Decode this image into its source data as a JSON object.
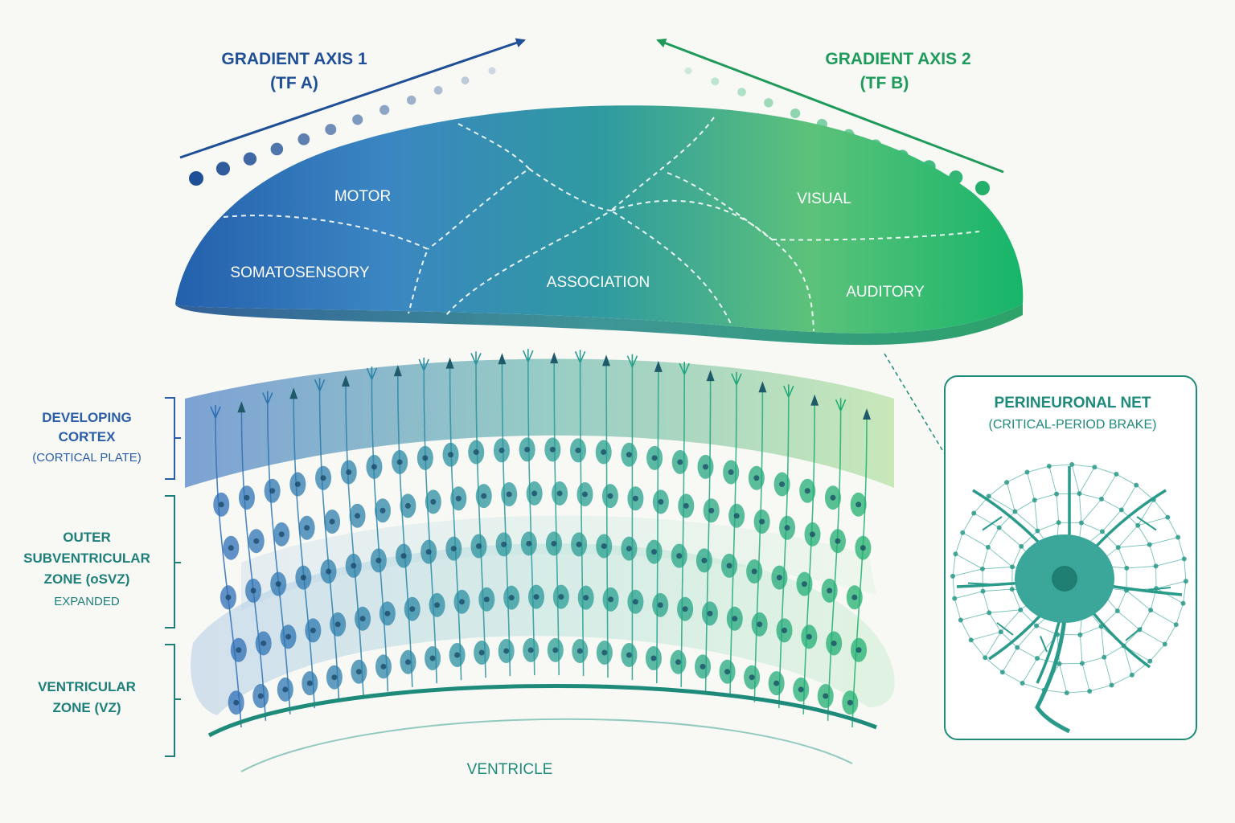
{
  "gradient_axis_1": {
    "title": "GRADIENT AXIS 1",
    "subtitle": "(TF A)",
    "color": "#1f4f96"
  },
  "gradient_axis_2": {
    "title": "GRADIENT AXIS 2",
    "subtitle": "(TF B)",
    "color": "#1e9a5a"
  },
  "cortical_areas": {
    "motor": "MOTOR",
    "somatosensory": "SOMATOSENSORY",
    "association": "ASSOCIATION",
    "visual": "VISUAL",
    "auditory": "AUDITORY"
  },
  "zones": {
    "developing_cortex": {
      "line1": "DEVELOPING",
      "line2": "CORTEX",
      "line3": "(CORTICAL PLATE)",
      "color": "#2b5ea8"
    },
    "osvz": {
      "line1": "OUTER",
      "line2": "SUBVENTRICULAR",
      "line3": "ZONE (oSVZ)",
      "line4": "EXPANDED",
      "color": "#1e7f7a"
    },
    "vz": {
      "line1": "VENTRICULAR",
      "line2": "ZONE (VZ)",
      "color": "#1e7f7a"
    },
    "ventricle": "VENTRICLE"
  },
  "inset": {
    "title": "PERINEURONAL NET",
    "subtitle": "(CRITICAL-PERIOD BRAKE)",
    "color": "#1e8a7a"
  },
  "colors": {
    "blue": "#2a64b0",
    "teal": "#2a9a8a",
    "green": "#22b86a",
    "background": "#f8f9f4"
  }
}
